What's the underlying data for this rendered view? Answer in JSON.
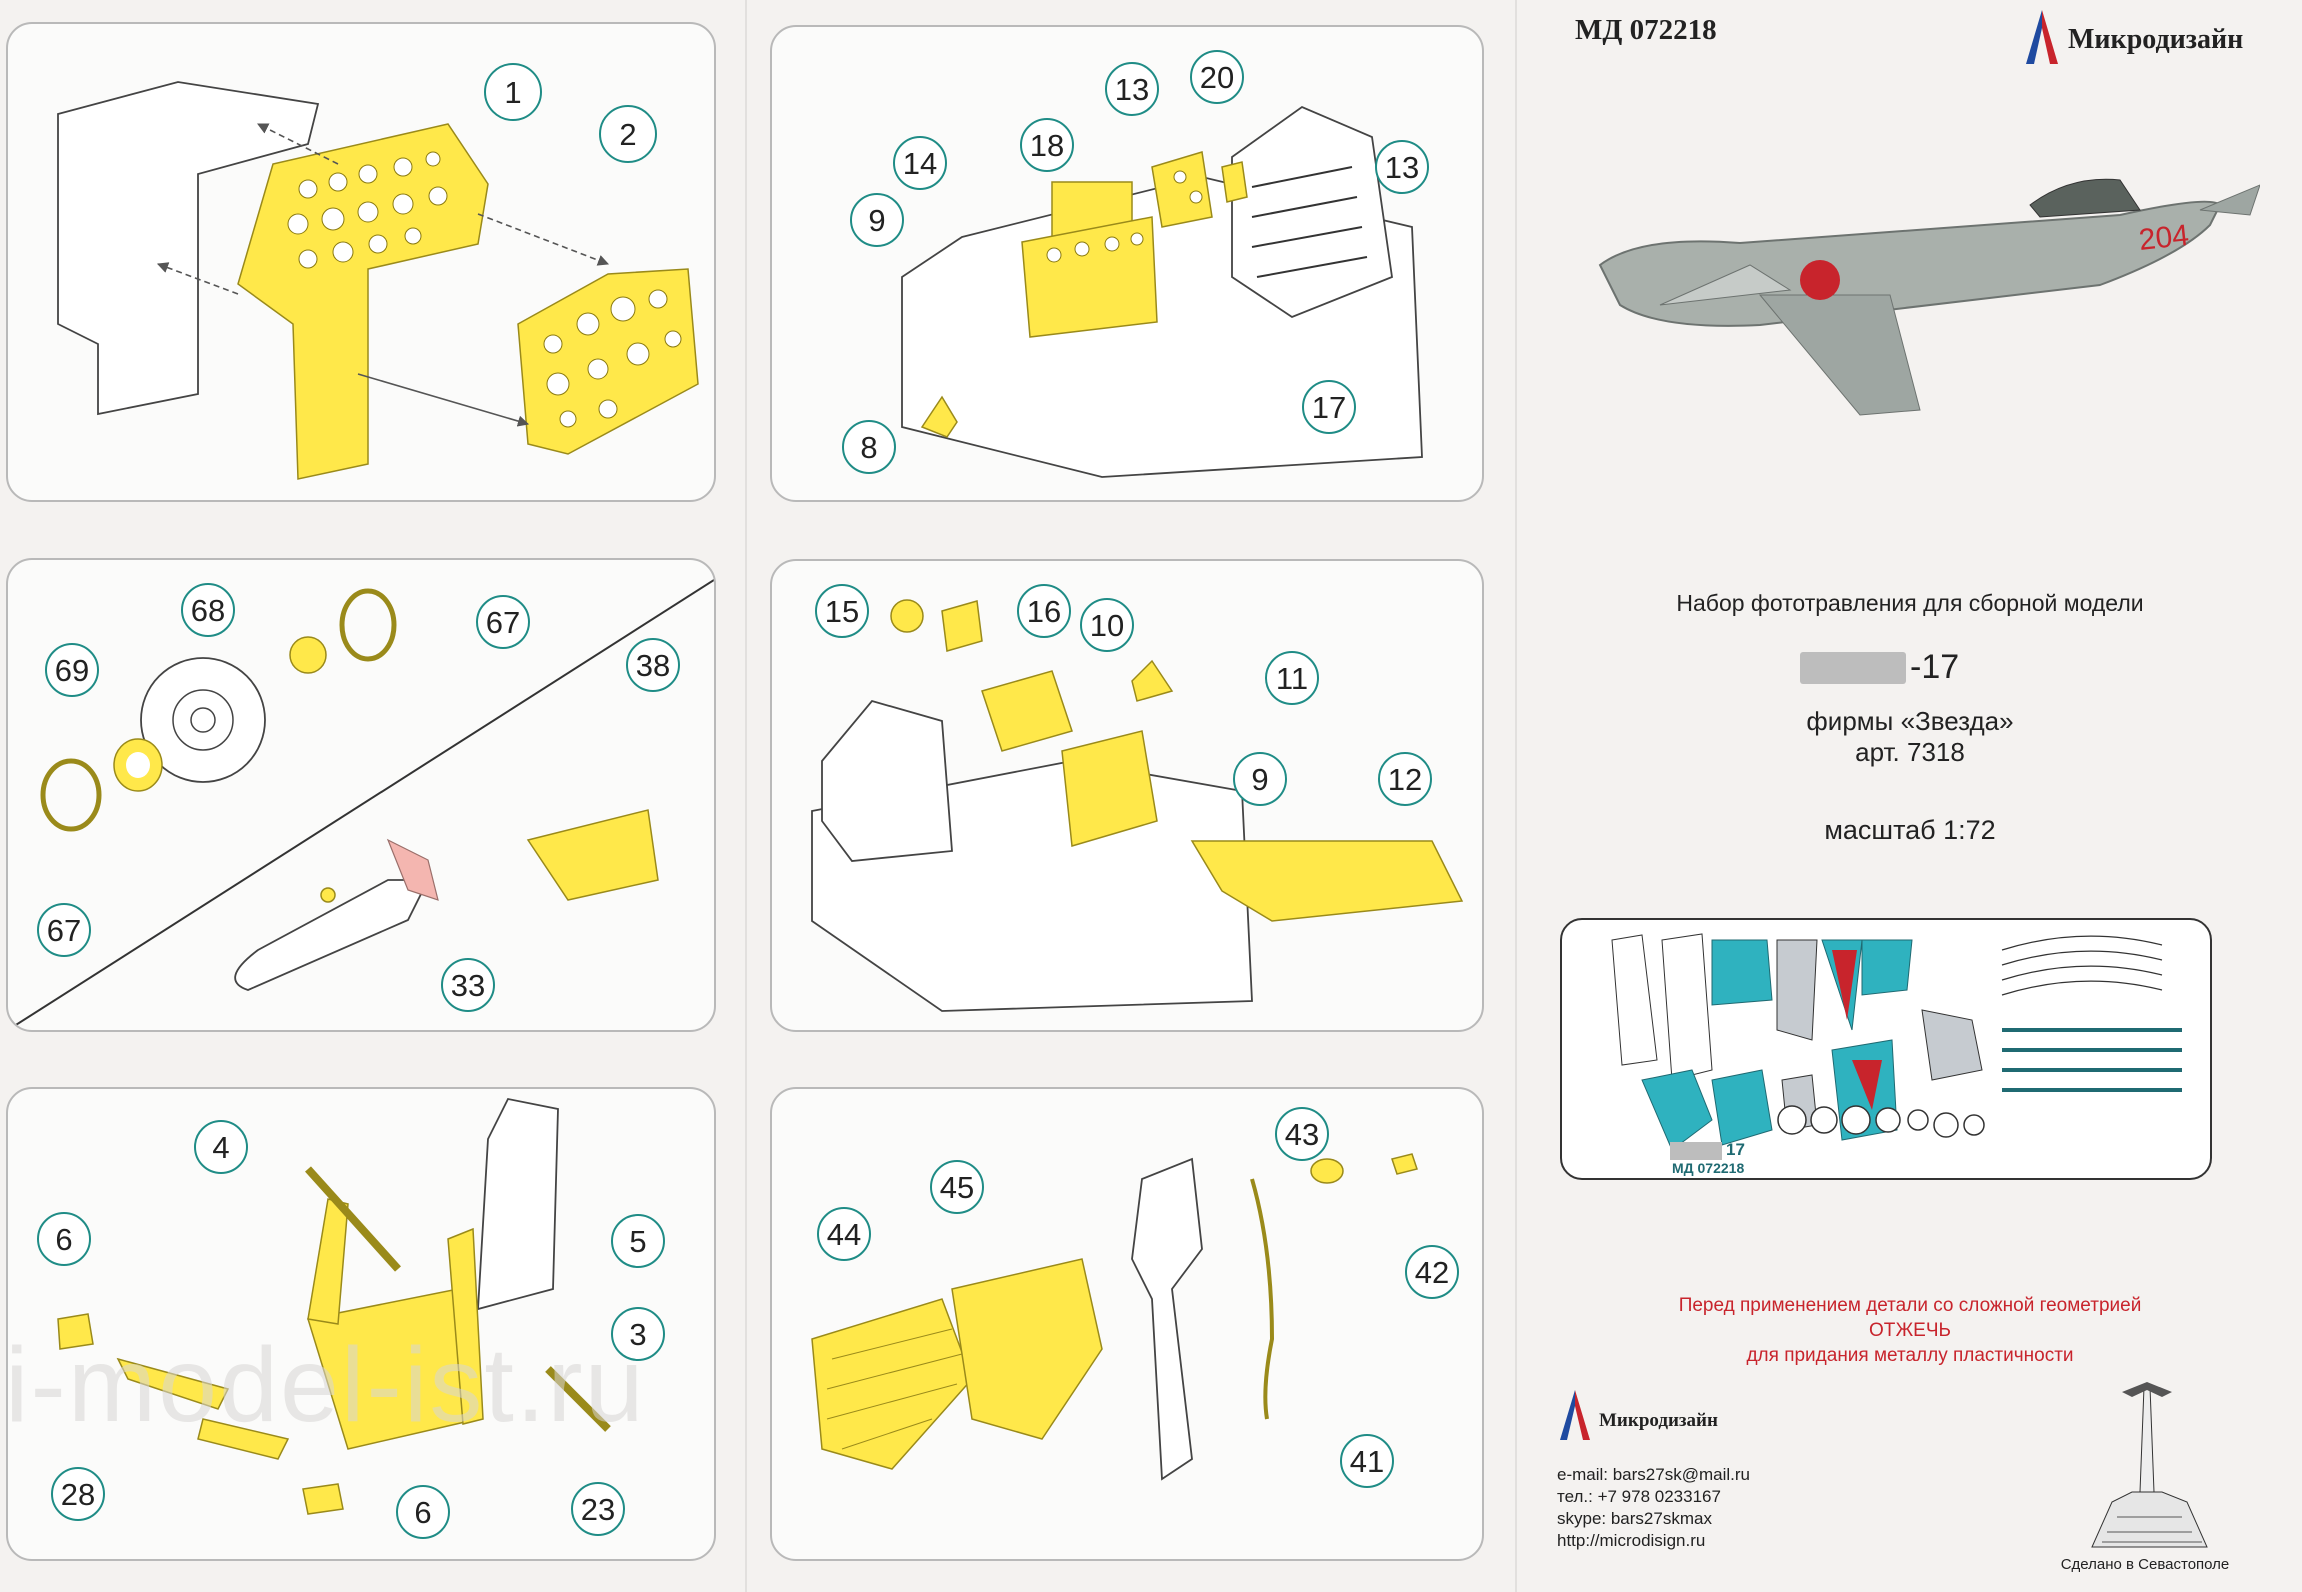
{
  "header": {
    "code": "МД 072218",
    "brand": "Микродизайн"
  },
  "intro": {
    "line1": "Набор фототравления для сборной модели",
    "model_suffix": "-17",
    "line3": "фирмы «Звезда»",
    "line4": "арт. 7318",
    "scale": "масштаб 1:72"
  },
  "sheet": {
    "label_suffix": "17",
    "code": "МД 072218"
  },
  "warning": {
    "line1": "Перед применением детали со сложной геометрией",
    "line2": "ОТЖЕЧЬ",
    "line3": "для придания металлу пластичности"
  },
  "contacts": {
    "brand": "Микродизайн",
    "email": "e-mail: bars27sk@mail.ru",
    "phone": "тел.: +7 978 0233167",
    "skype": "skype: bars27skmax",
    "web": "http://microdisign.ru"
  },
  "footer": {
    "made_in": "Сделано в Севастополе"
  },
  "watermark": {
    "text": "i-model-ist.ru"
  },
  "callouts": {
    "p1": [
      "1",
      "2"
    ],
    "p2": [
      "18",
      "13",
      "20",
      "14",
      "9",
      "13",
      "17",
      "8"
    ],
    "p3": [
      "68",
      "67",
      "69",
      "38",
      "67",
      "33"
    ],
    "p4": [
      "15",
      "16",
      "10",
      "11",
      "9",
      "12"
    ],
    "p5": [
      "4",
      "6",
      "5",
      "3",
      "28",
      "6",
      "23"
    ],
    "p6": [
      "43",
      "45",
      "44",
      "42",
      "41"
    ]
  },
  "colors": {
    "brass": "#ffe84a",
    "teal": "#1f8c86",
    "warning_red": "#c8242c",
    "aircraft": "#a9b0ab"
  }
}
